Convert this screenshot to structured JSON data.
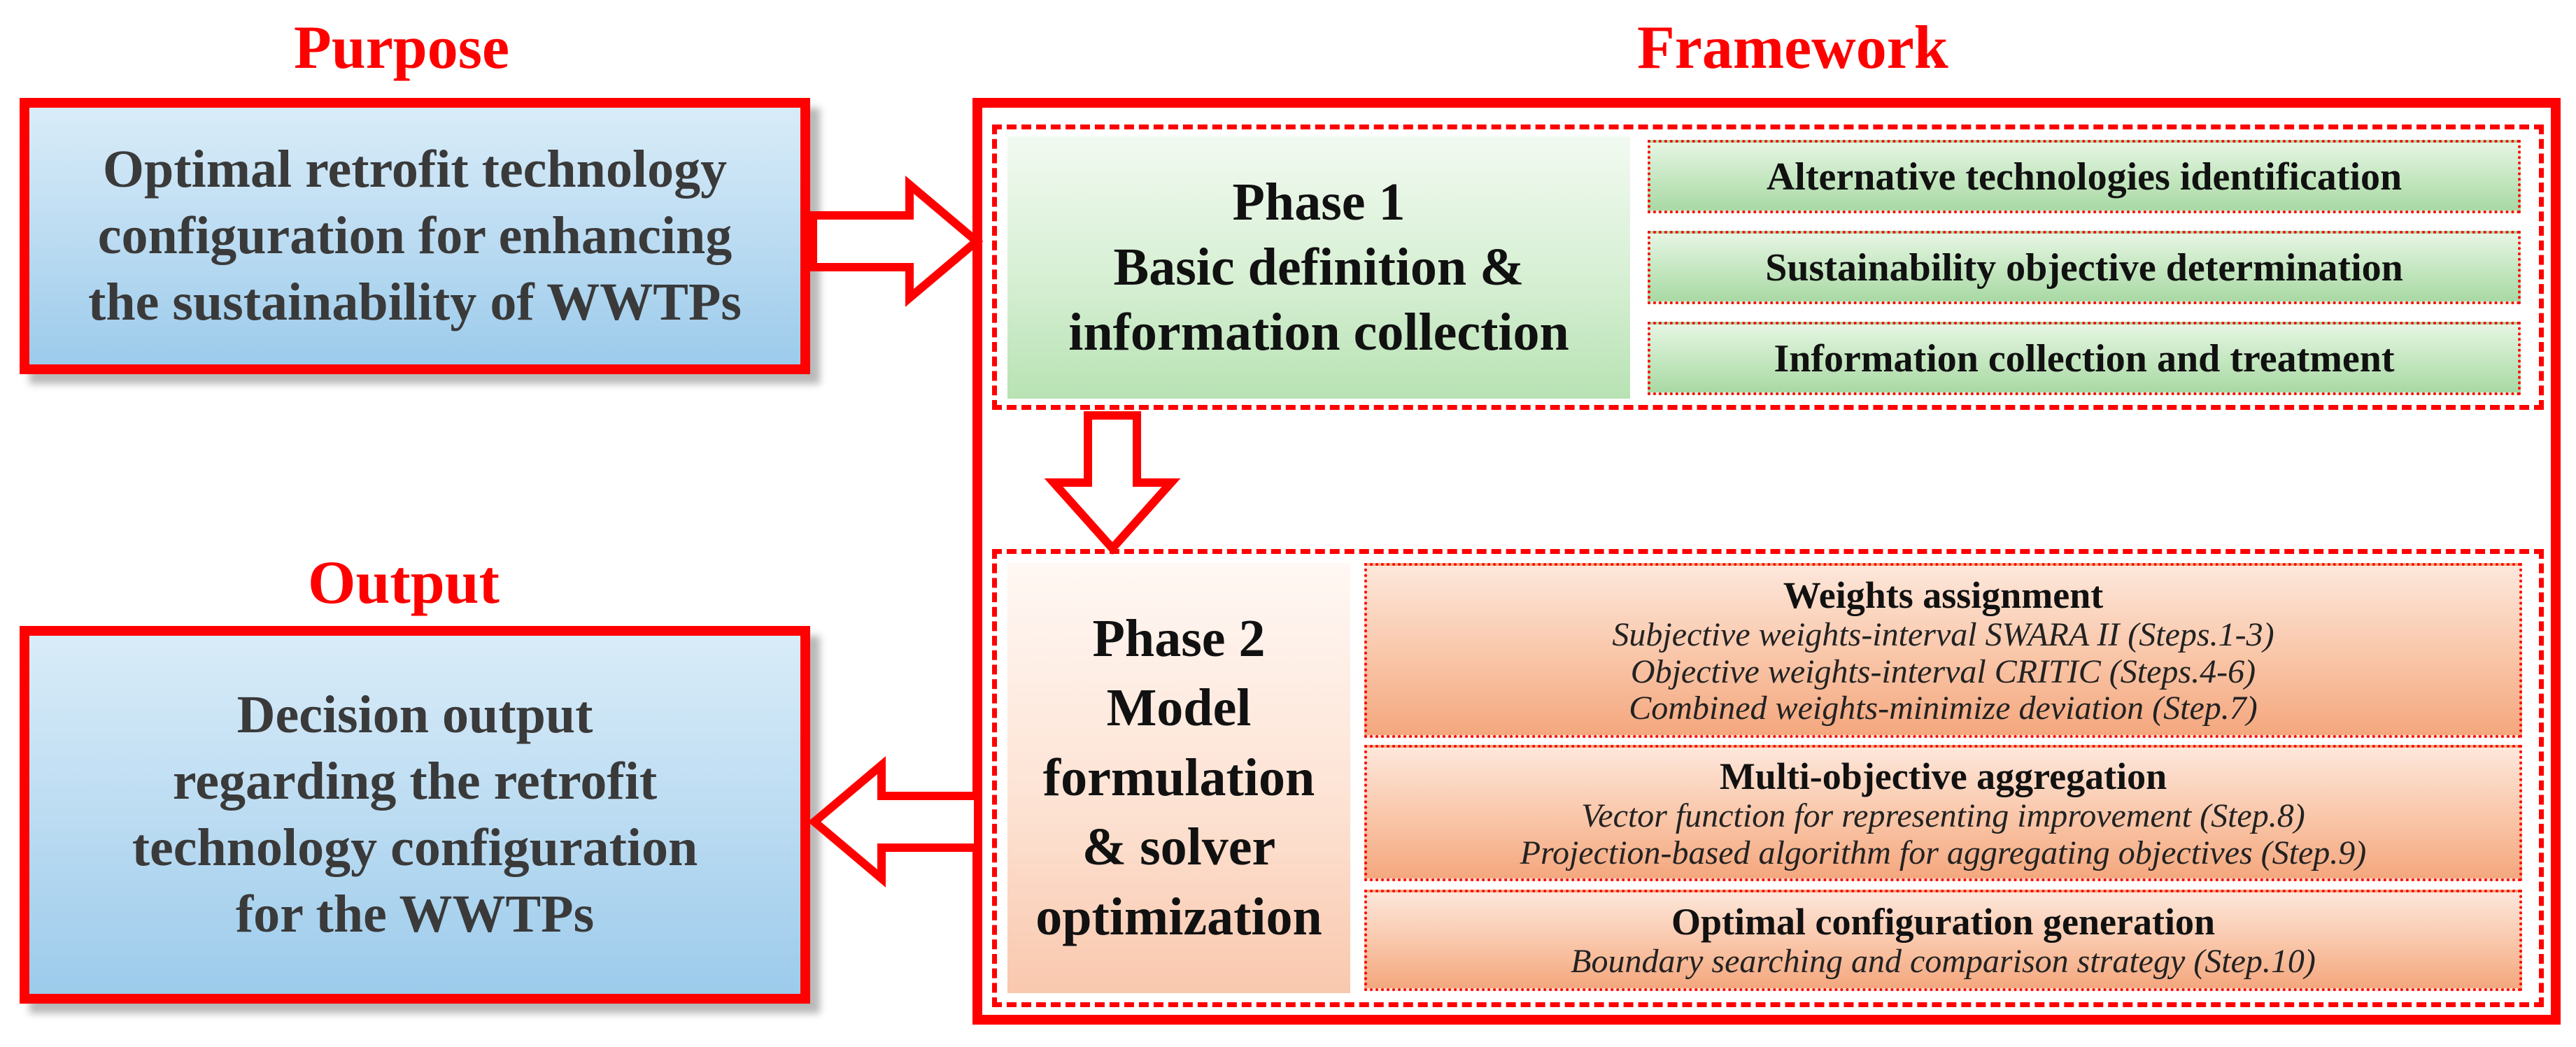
{
  "headings": {
    "purpose": "Purpose",
    "framework": "Framework",
    "output": "Output"
  },
  "purpose_box": {
    "lines": [
      "Optimal retrofit technology",
      "configuration for enhancing",
      "the sustainability of WWTPs"
    ]
  },
  "output_box": {
    "lines": [
      "Decision output",
      "regarding the retrofit",
      "technology configuration",
      "for the WWTPs"
    ]
  },
  "phase1": {
    "title_lines": [
      "Phase 1",
      "Basic definition &",
      "information collection"
    ],
    "items": [
      "Alternative technologies identification",
      "Sustainability objective determination",
      "Information collection and treatment"
    ]
  },
  "phase2": {
    "title_lines": [
      "Phase 2",
      "Model",
      "formulation",
      "& solver",
      "optimization"
    ],
    "steps": [
      {
        "title": "Weights assignment",
        "sub": [
          "Subjective weights-interval SWARA II (Steps.1-3)",
          "Objective weights-interval CRITIC (Steps.4-6)",
          "Combined weights-minimize deviation (Step.7)"
        ]
      },
      {
        "title": "Multi-objective aggregation",
        "sub": [
          "Vector function for representing improvement (Step.8)",
          "Projection-based algorithm for aggregating objectives (Step.9)"
        ]
      },
      {
        "title": "Optimal configuration generation",
        "sub": [
          "Boundary searching and comparison strategy (Step.10)"
        ]
      }
    ]
  },
  "colors": {
    "accent": "#ff0000",
    "blue_box": "#bcdcf2",
    "green_box": "#c3e6bf",
    "orange_box": "#f9c5a7"
  }
}
